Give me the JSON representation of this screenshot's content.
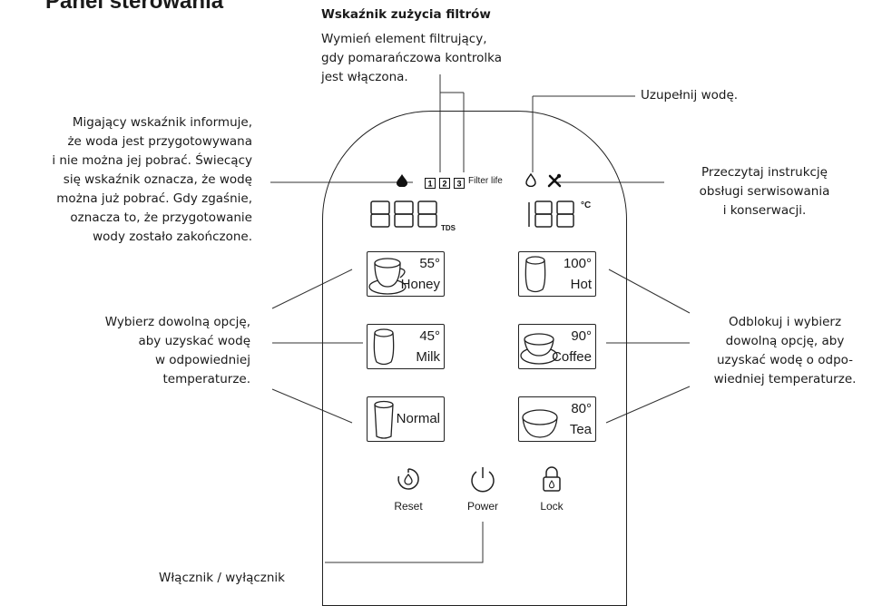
{
  "page_title": "Panel sterowania",
  "filter_indicator": {
    "title": "Wskaźnik zużycia filtrów",
    "text": "Wymień element filtrujący,\ngdy pomarańczowa kontrolka\njest włączona."
  },
  "refill_note": "Uzupełnij wodę.",
  "left_top_note": "Migający wskaźnik informuje,\nże woda jest przygotowywana\ni nie można jej pobrać. Świecący\nsię wskaźnik oznacza, że wodę\nmożna już pobrać. Gdy zgaśnie,\noznacza to, że przygotowanie\nwody zostało zakończone.",
  "service_note": "Przeczytaj instrukcję\nobsługi serwisowania\ni konserwacji.",
  "left_mid_note": "Wybierz dowolną opcję,\naby uzyskać wodę\nw odpowiedniej\ntemperaturze.",
  "right_mid_note": "Odblokuj i wybierz\ndowolną opcję, aby\nuzyskać wodę o odpo-\nwiedniej temperaturze.",
  "power_note": "Włącznik / wyłącznik",
  "panel": {
    "filter_numbers": [
      "1",
      "2",
      "3"
    ],
    "filter_label": "Filter life",
    "tds_display": "888",
    "tds_unit": "TDS",
    "temp_display": "188",
    "temp_unit": "°C",
    "icons": [
      "water-drop-filled",
      "water-drop-outline",
      "tools-icon"
    ],
    "buttons": {
      "honey": {
        "temp": "55°",
        "name": "Honey"
      },
      "milk": {
        "temp": "45°",
        "name": "Milk"
      },
      "normal": {
        "name": "Normal"
      },
      "hot": {
        "temp": "100°",
        "name": "Hot"
      },
      "coffee": {
        "temp": "90°",
        "name": "Coffee"
      },
      "tea": {
        "temp": "80°",
        "name": "Tea"
      }
    },
    "controls": {
      "reset": "Reset",
      "power": "Power",
      "lock": "Lock"
    }
  }
}
